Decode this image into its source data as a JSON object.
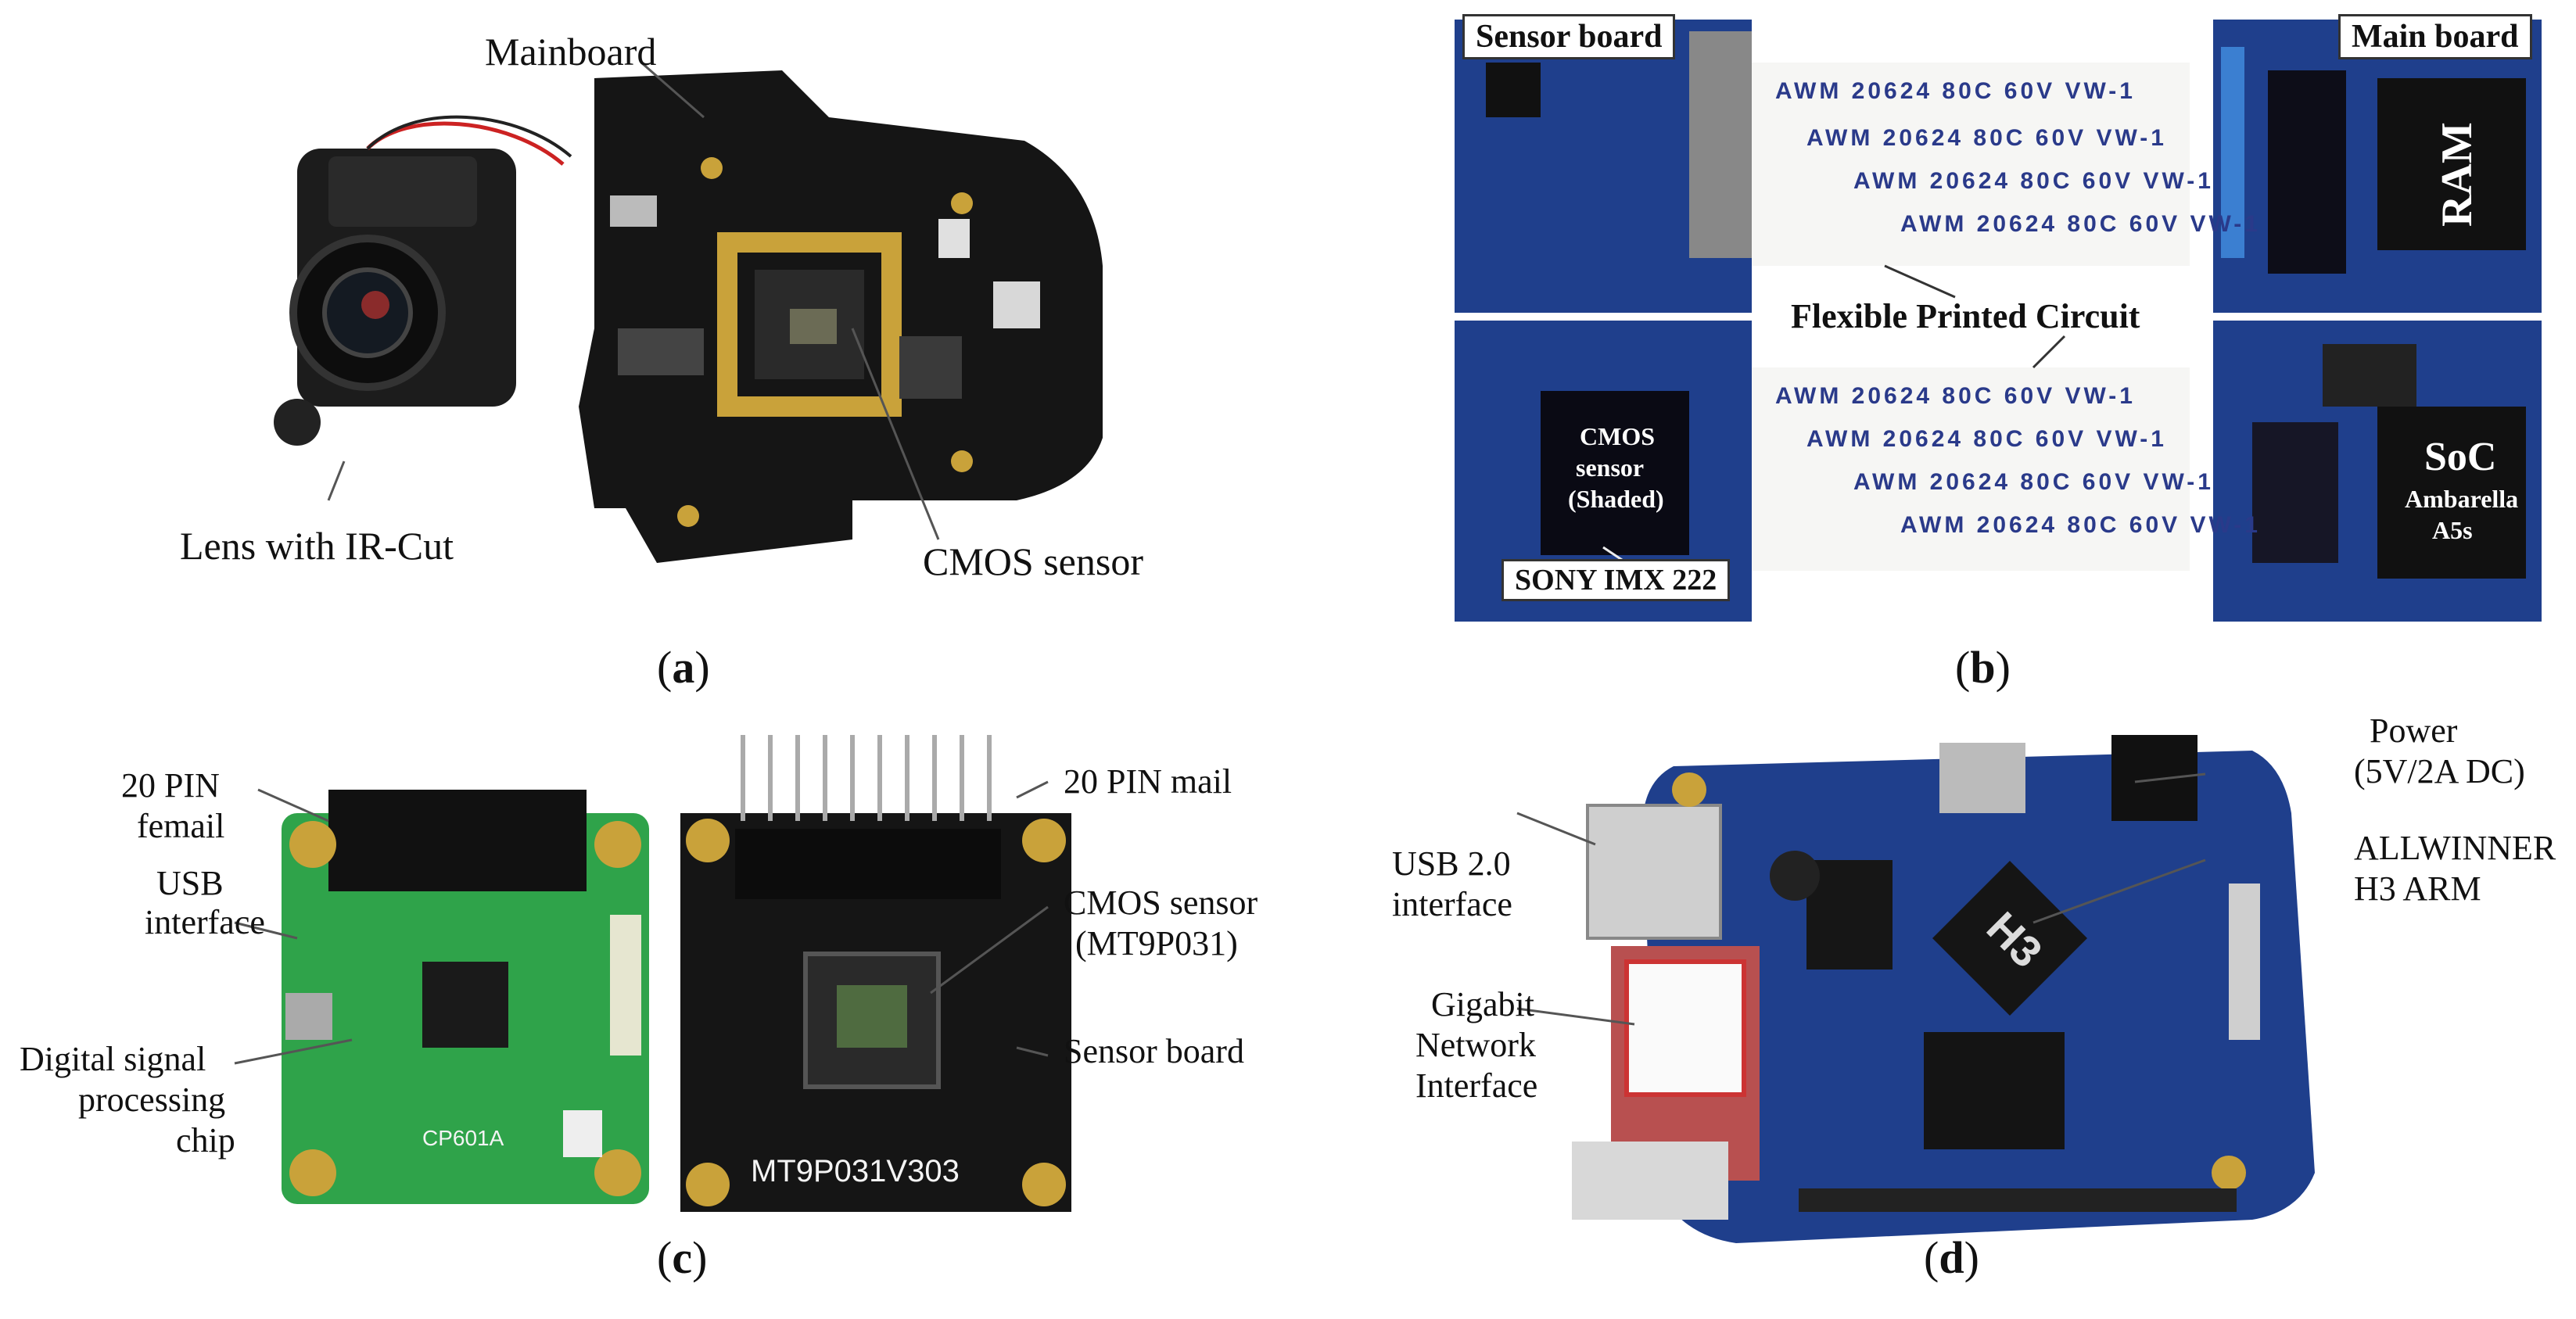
{
  "panels": {
    "a": {
      "caption": "a",
      "labels": {
        "mainboard": "Mainboard",
        "lens": "Lens with IR-Cut",
        "cmos": "CMOS sensor"
      }
    },
    "b": {
      "caption": "b",
      "labels": {
        "sensor_board": "Sensor board",
        "main_board": "Main board",
        "fpc": "Flexible Printed Circuit",
        "ram": "RAM",
        "soc": "SoC",
        "soc_sub1": "Ambarella",
        "soc_sub2": "A5s",
        "cmos_l1": "CMOS",
        "cmos_l2": "sensor",
        "cmos_l3": "(Shaded)",
        "sony": "SONY IMX 222",
        "cable_text": "AWM 20624 80C 60V VW-1"
      }
    },
    "c": {
      "caption": "c",
      "labels": {
        "femail_l1": "20 PIN",
        "femail_l2": "femail",
        "usb_l1": "USB",
        "usb_l2": "interface",
        "dsp_l1": "Digital signal",
        "dsp_l2": "processing",
        "dsp_l3": "chip",
        "pin_mail": "20 PIN mail",
        "cmos_l1": "CMOS sensor",
        "cmos_l2": "(MT9P031)",
        "sensor_board": "Sensor board",
        "board_print": "MT9P031V303",
        "chip_print": "CP601A"
      }
    },
    "d": {
      "caption": "d",
      "labels": {
        "usb_l1": "USB 2.0",
        "usb_l2": "interface",
        "power_l1": "Power",
        "power_l2": "(5V/2A DC)",
        "arm_l1": "ALLWINNER",
        "arm_l2": "H3 ARM",
        "net_l1": "Gigabit",
        "net_l2": "Network",
        "net_l3": "Interface",
        "chip_print": "H3"
      }
    }
  },
  "colors": {
    "pcb_black": "#151515",
    "pcb_blue": "#1f3f8c",
    "pcb_green": "#2fa34a",
    "gold": "#c9a23a"
  }
}
